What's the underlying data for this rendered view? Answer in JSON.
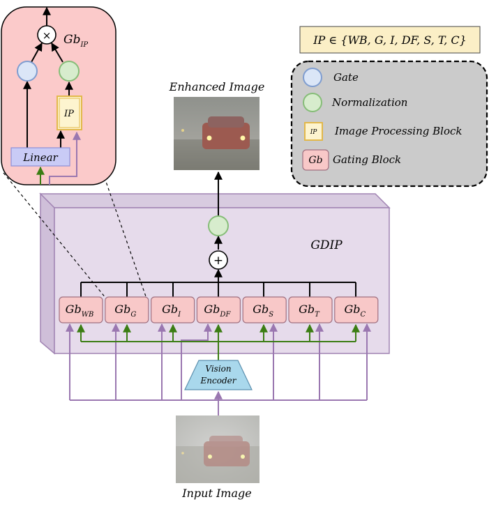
{
  "gating_block": {
    "blocks": [
      {
        "base": "Gb",
        "sub": "WB"
      },
      {
        "base": "Gb",
        "sub": "G"
      },
      {
        "base": "Gb",
        "sub": "I"
      },
      {
        "base": "Gb",
        "sub": "DF"
      },
      {
        "base": "Gb",
        "sub": "S"
      },
      {
        "base": "Gb",
        "sub": "T"
      },
      {
        "base": "Gb",
        "sub": "C"
      }
    ],
    "module_label": "GDIP",
    "plus_symbol": "+",
    "times_symbol": "×"
  },
  "zoom": {
    "title_base": "Gb",
    "title_sub": "IP",
    "linear_label": "Linear",
    "ip_label": "IP"
  },
  "encoder": {
    "line1": "Vision",
    "line2": "Encoder"
  },
  "images": {
    "input_caption": "Input Image",
    "output_caption": "Enhanced Image"
  },
  "set_definition": "IP ∈ {WB, G, I, DF, S, T, C}",
  "legend": {
    "items": [
      {
        "key": "gate",
        "label": "Gate"
      },
      {
        "key": "norm",
        "label": "Normalization"
      },
      {
        "key": "ip",
        "symbol": "IP",
        "label": "Image Processing Block"
      },
      {
        "key": "gb",
        "symbol": "Gb",
        "label": "Gating Block"
      }
    ]
  },
  "colors": {
    "gate_fill": "#dbe6f7",
    "gate_stroke": "#7f9dd0",
    "norm_fill": "#d7eccd",
    "norm_stroke": "#86bd78",
    "gb_fill": "#f8c8c8",
    "gb_stroke": "#a07080",
    "gdip_fill": "#e6dbeb",
    "gdip_stroke": "#a184b3",
    "purple_line": "#9a77b0",
    "green_line": "#3b7d13",
    "encoder_fill": "#a9d8ec",
    "ip_fill": "#fdf4cf",
    "ip_stroke": "#e2b84a",
    "linear_fill": "#c9cbf6",
    "zoom_fill": "#fbcaca",
    "legend_fill": "#cbcbcb",
    "set_fill": "#fbefc6"
  }
}
